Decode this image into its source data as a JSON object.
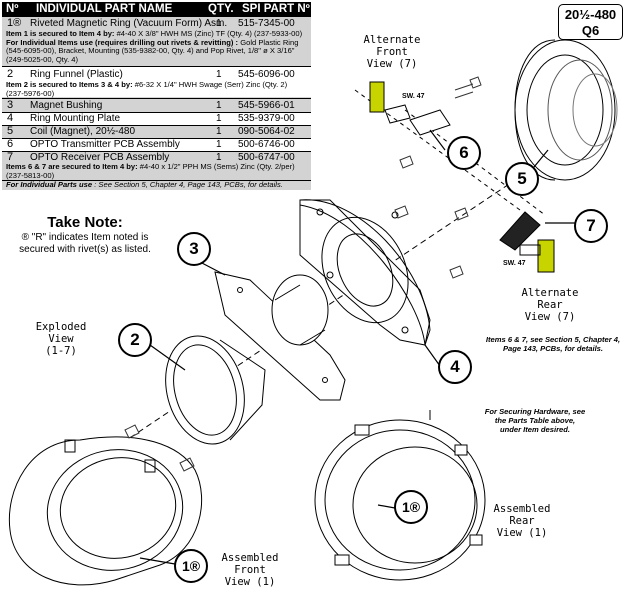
{
  "header": {
    "col_no": "Nº",
    "col_name": "INDIVIDUAL PART NAME",
    "col_qty": "QTY.",
    "col_part": "SPI PART Nº"
  },
  "parts": [
    {
      "no": "1®",
      "name": "Riveted Magnetic Ring (Vacuum Form) Asm.",
      "qty": "1",
      "part": "515-7345-00"
    },
    {
      "no": "2",
      "name": "Ring Funnel (Plastic)",
      "qty": "1",
      "part": "545-6096-00"
    },
    {
      "no": "3",
      "name": "Magnet Bushing",
      "qty": "1",
      "part": "545-5966-01"
    },
    {
      "no": "4",
      "name": "Ring Mounting Plate",
      "qty": "1",
      "part": "535-9379-00"
    },
    {
      "no": "5",
      "name": "Coil (Magnet), 20½-480",
      "qty": "1",
      "part": "090-5064-02"
    },
    {
      "no": "6",
      "name": "OPTO Transmitter PCB Assembly",
      "qty": "1",
      "part": "500-6746-00"
    },
    {
      "no": "7",
      "name": "OPTO Receiver PCB Assembly",
      "qty": "1",
      "part": "500-6747-00"
    }
  ],
  "notes": {
    "item1_line1_bold": "Item 1 is secured to Item 4 by:",
    "item1_line1": " #4-40 X 3/8\" HWH MS (Zinc) TF (Qty. 4) (237-5933-00)",
    "item1_line2_bold": "For Individual Items use (requires drilling out rivets & revitting) :",
    "item1_line2": " Gold Plastic Ring",
    "item1_line3": "(545-6095-00), Bracket, Mounting (535-9382-00, Qty. 4) and Pop Rivet, 1/8\" ø X 3/16\"",
    "item1_line4": "(249-5025-00, Qty. 4)",
    "item2_line1_bold": "Item 2 is secured to Items 3 & 4 by:",
    "item2_line1": " #6-32 X 1/4\" HWH Swage (Serr) Zinc (Qty. 2)",
    "item2_line2": "(237-5976-00)",
    "item67_line1_bold": "Items 6 & 7 are secured to Item 4 by:",
    "item67_line1": " #4-40 x 1/2\" PPH MS (Sems) Zinc (Qty. 2/per)",
    "item67_line2": "(237-5813-00)",
    "item67_line3_bold": "For Individual Parts use",
    "item67_line3": " : See Section 5, Chapter 4, Page 143, PCBs, for details."
  },
  "model_box": {
    "line1": "20½-480",
    "line2": "Q6"
  },
  "take_note": {
    "title": "Take Note:",
    "line1": "® \"R\" indicates Item noted is",
    "line2": "secured with rivet(s) as listed."
  },
  "labels": {
    "alt_front_1": "Alternate",
    "alt_front_2": "Front",
    "alt_front_3": "View (7)",
    "sw47_front": "SW. 47",
    "alt_rear_1": "Alternate",
    "alt_rear_2": "Rear",
    "alt_rear_3": "View (7)",
    "sw47_rear": "SW. 47",
    "exploded_1": "Exploded",
    "exploded_2": "View",
    "exploded_3": "(1-7)",
    "asm_front_1": "Assembled",
    "asm_front_2": "Front",
    "asm_front_3": "View (1)",
    "asm_rear_1": "Assembled",
    "asm_rear_2": "Rear",
    "asm_rear_3": "View (1)"
  },
  "pcb_note": {
    "line1": "Items 6 & 7, see Section 5, Chapter 4,",
    "line2": "Page 143, PCBs, for details."
  },
  "hardware_note": {
    "line1": "For Securing Hardware, see",
    "line2": "the Parts Table above,",
    "line3": "under Item desired."
  },
  "callouts": {
    "c1_front": "1®",
    "c1_rear": "1®",
    "c2": "2",
    "c3": "3",
    "c4": "4",
    "c5": "5",
    "c6": "6",
    "c7": "7"
  },
  "colors": {
    "table_bg": "#d3d3d3",
    "header_bg": "#000000",
    "pcb_green": "#c8d400"
  }
}
